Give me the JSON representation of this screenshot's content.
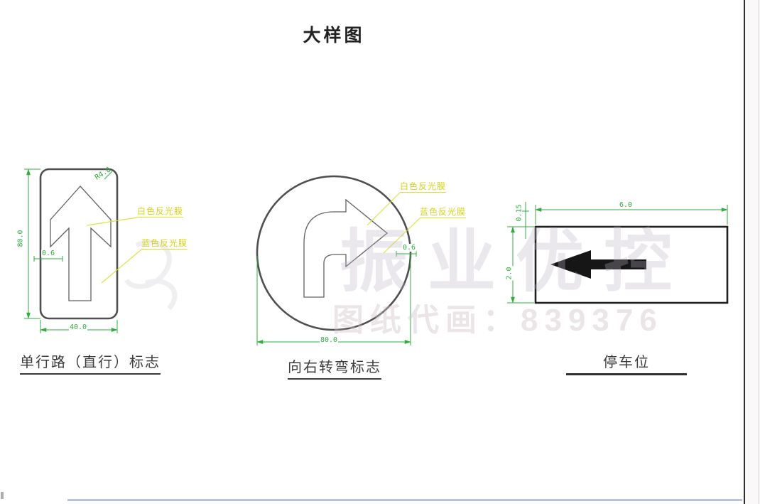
{
  "title": "大样图",
  "signs": {
    "one_way": {
      "caption": "单行路（直行）标志",
      "dim_height": "80.0",
      "dim_width": "40.0",
      "dim_corner_radius": "R4.0",
      "dim_stroke": "0.6",
      "label_arrow_film": "白色反光膜",
      "label_background_film": "蓝色反光膜"
    },
    "right_turn": {
      "caption": "向右转弯标志",
      "dim_diameter": "80.0",
      "dim_stroke": "0.6",
      "label_arrow_film": "白色反光膜",
      "label_background_film": "蓝色反光膜"
    },
    "parking": {
      "caption": "停车位",
      "dim_width": "6.0",
      "dim_height": "2.0",
      "dim_line_width": "0.15"
    }
  },
  "watermark": {
    "line1": "振业优控",
    "line2": "图纸代画：839376"
  },
  "colors": {
    "dimension_green": "#2fae3c",
    "annotation_yellow": "#d4d41e",
    "outline_gray": "#4f4f4f",
    "parking_black": "#1f1f1f",
    "footer_blue": "#b7c2e2"
  }
}
